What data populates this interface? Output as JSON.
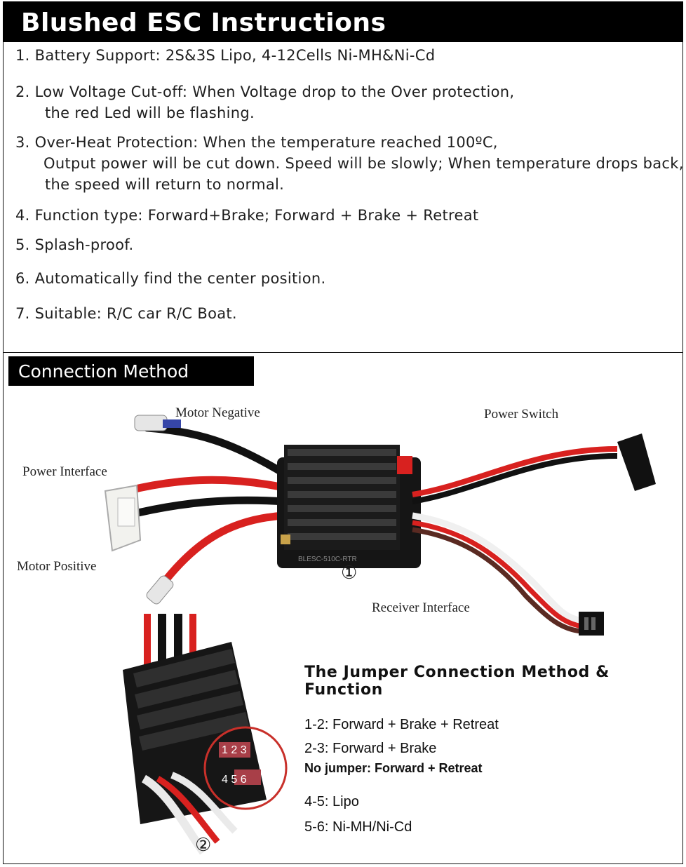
{
  "header": {
    "title": "Blushed  ESC  Instructions"
  },
  "specs": [
    {
      "line1": "1. Battery Support: 2S&3S Lipo, 4-12Cells Ni-MH&Ni-Cd"
    },
    {
      "line1": "2. Low Voltage Cut-off: When Voltage drop to the Over protection,",
      "line2": "the red Led will be flashing."
    },
    {
      "line1": "3. Over-Heat Protection: When the temperature reached 100ºC,",
      "line2": "Output power will be cut down. Speed will be slowly; When temperature drops back,",
      "line3": "the speed will return to normal."
    },
    {
      "line1": "4. Function type: Forward+Brake; Forward + Brake + Retreat"
    },
    {
      "line1": "5. Splash-proof."
    },
    {
      "line1": "6. Automatically find the center position."
    },
    {
      "line1": "7. Suitable: R/C car R/C Boat."
    }
  ],
  "connection": {
    "title": "Connection Method",
    "labels": {
      "motor_negative": "Motor Negative",
      "power_switch": "Power Switch",
      "power_interface": "Power Interface",
      "motor_positive": "Motor Positive",
      "receiver_interface": "Receiver Interface",
      "figure1": "①",
      "figure2": "②",
      "pins_top": "1 2 3",
      "pins_bottom": "4 5 6"
    },
    "esc_print": "BLESC-510C-RTR"
  },
  "jumper": {
    "title": "The Jumper Connection Method & Function",
    "items": [
      "1-2: Forward + Brake + Retreat",
      "2-3: Forward + Brake",
      "No jumper: Forward + Retreat",
      "4-5: Lipo",
      "5-6: Ni-MH/Ni-Cd"
    ]
  },
  "colors": {
    "wire_red": "#d8211f",
    "wire_black": "#111111",
    "heatsink": "#1b1b1b",
    "highlight_ring": "#c8302a"
  }
}
